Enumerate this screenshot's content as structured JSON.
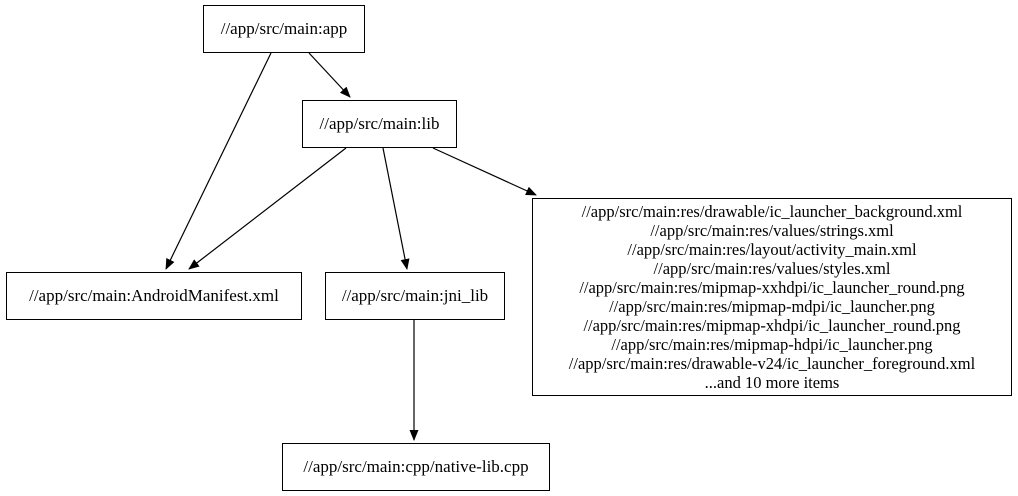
{
  "diagram": {
    "kind": "build-target-dependency-graph",
    "colors": {
      "background": "#ffffff",
      "node_fill": "#ffffff",
      "node_border": "#000000",
      "edge": "#000000",
      "text": "#000000"
    },
    "nodes": {
      "app": {
        "label": "//app/src/main:app"
      },
      "lib": {
        "label": "//app/src/main:lib"
      },
      "manifest": {
        "label": "//app/src/main:AndroidManifest.xml"
      },
      "jni_lib": {
        "label": "//app/src/main:jni_lib"
      },
      "cpp": {
        "label": "//app/src/main:cpp/native-lib.cpp"
      },
      "res": {
        "lines": [
          "//app/src/main:res/drawable/ic_launcher_background.xml",
          "//app/src/main:res/values/strings.xml",
          "//app/src/main:res/layout/activity_main.xml",
          "//app/src/main:res/values/styles.xml",
          "//app/src/main:res/mipmap-xxhdpi/ic_launcher_round.png",
          "//app/src/main:res/mipmap-mdpi/ic_launcher.png",
          "//app/src/main:res/mipmap-xhdpi/ic_launcher_round.png",
          "//app/src/main:res/mipmap-hdpi/ic_launcher.png",
          "//app/src/main:res/drawable-v24/ic_launcher_foreground.xml",
          "...and 10 more items"
        ]
      }
    },
    "edges": [
      {
        "from": "app",
        "to": "manifest"
      },
      {
        "from": "app",
        "to": "lib"
      },
      {
        "from": "lib",
        "to": "manifest"
      },
      {
        "from": "lib",
        "to": "jni_lib"
      },
      {
        "from": "lib",
        "to": "res"
      },
      {
        "from": "jni_lib",
        "to": "cpp"
      }
    ]
  }
}
